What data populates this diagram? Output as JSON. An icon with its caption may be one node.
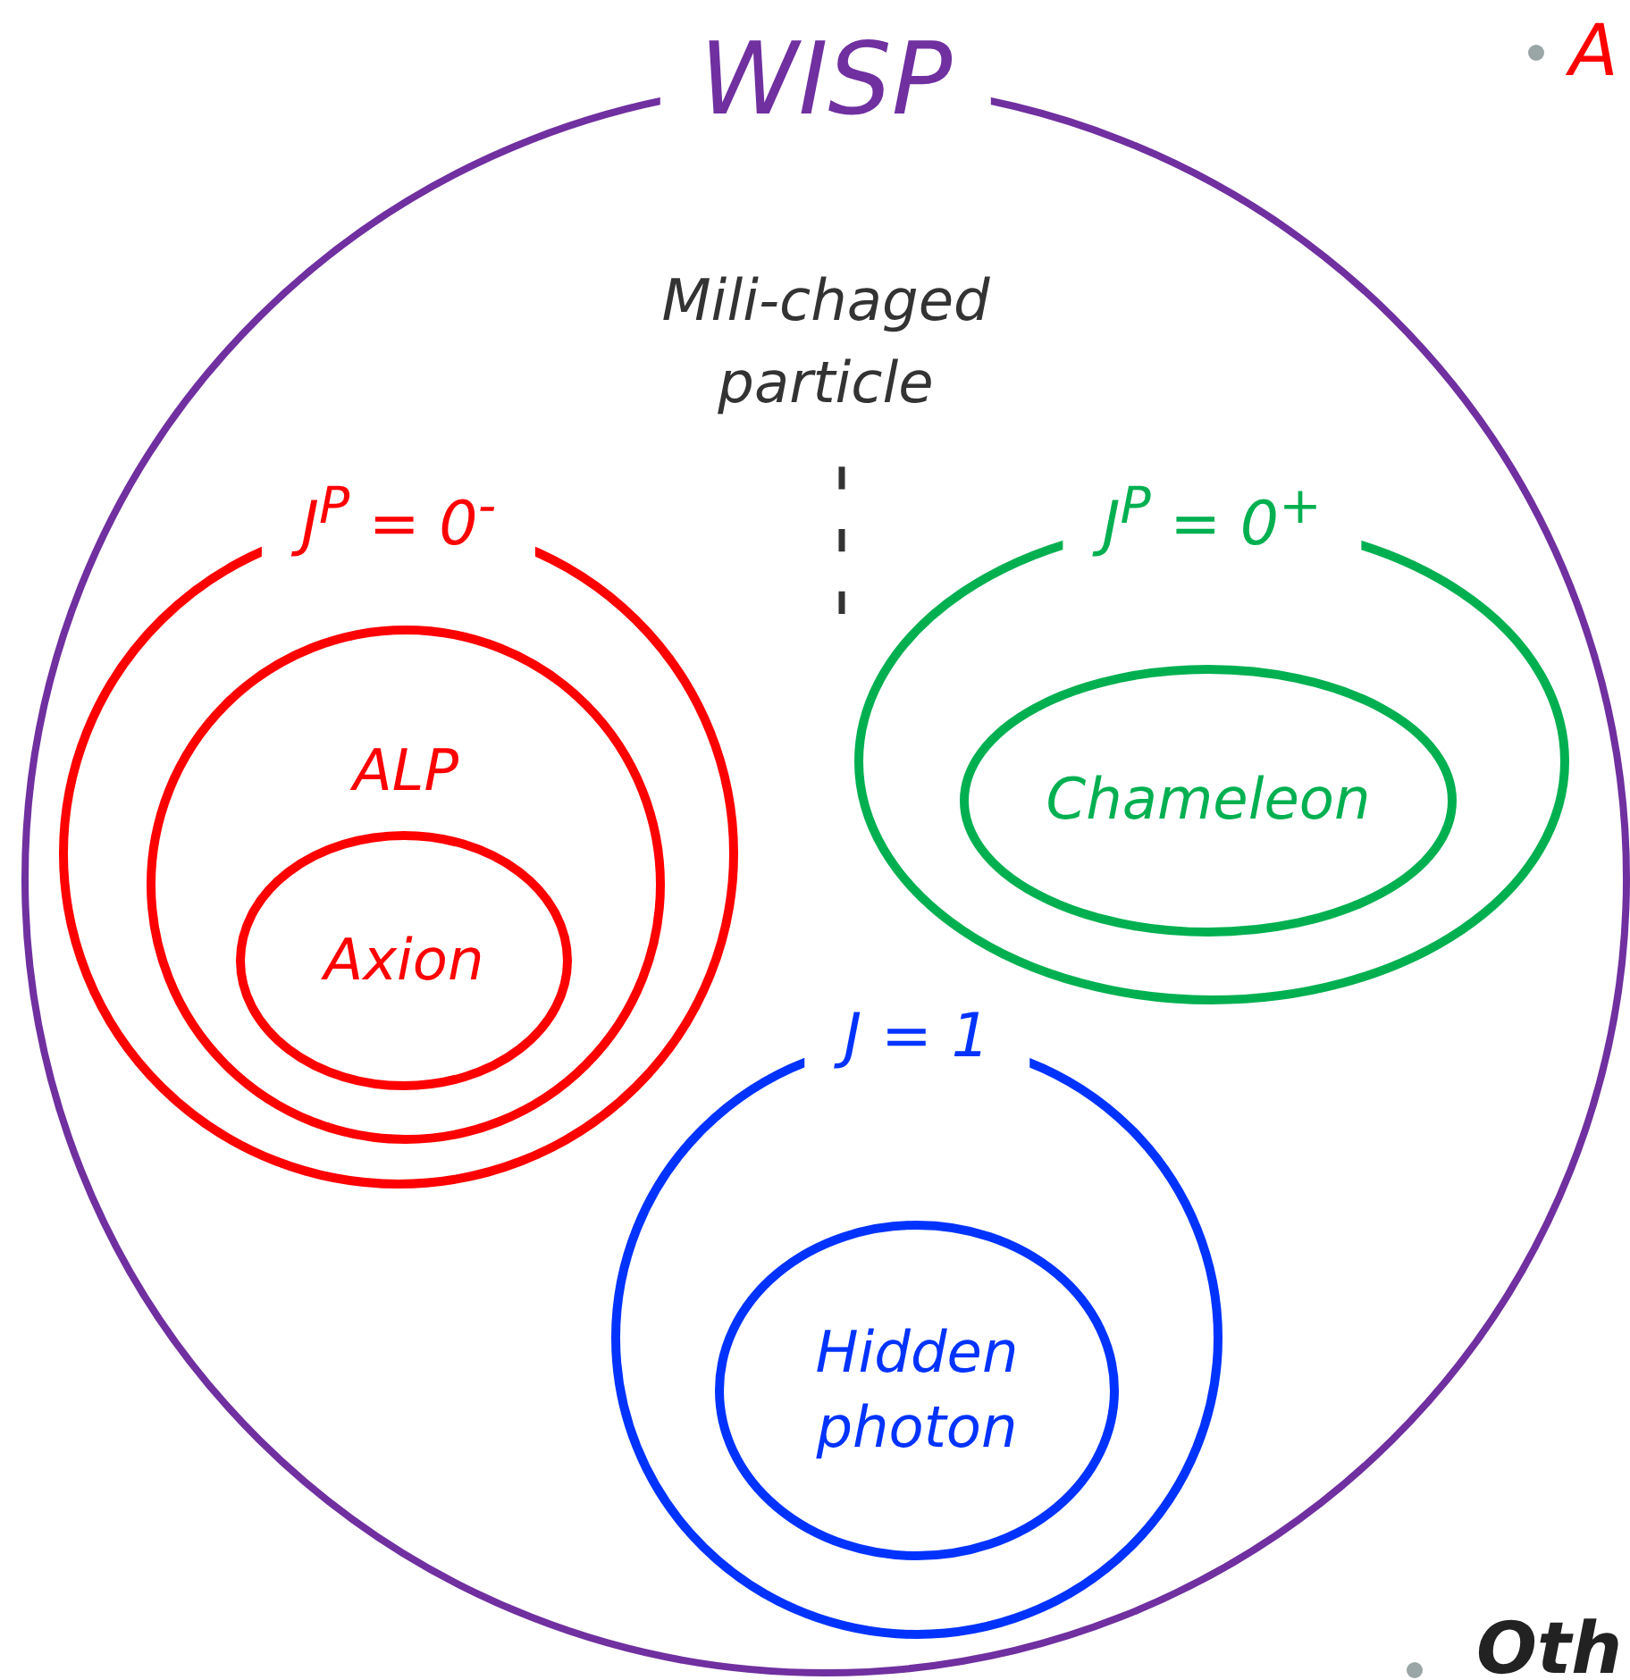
{
  "diagram": {
    "nodes": [
      {
        "text": [
          "WISP",
          "Mili-chaged particle"
        ]
      },
      {
        "text": [
          "J$^{P}$ = 0$^{-}$"
        ],
        "in": 0
      },
      {
        "text": [
          "ALP"
        ],
        "in": 1
      },
      {
        "text": [
          "Axion"
        ],
        "in": 2
      },
      {
        "text": [
          "J$^{P}$ = 0$^{+}$"
        ],
        "in": 0
      },
      {
        "text": [
          "Chameleon"
        ],
        "in": 4
      },
      {
        "text": [
          "J = 1"
        ],
        "in": 0
      },
      {
        "text": [
          "Hidden photon"
        ],
        "in": 6
      }
    ],
    "edges": [],
    "labels": [
      "⋮",
      "A",
      "Oth"
    ]
  }
}
